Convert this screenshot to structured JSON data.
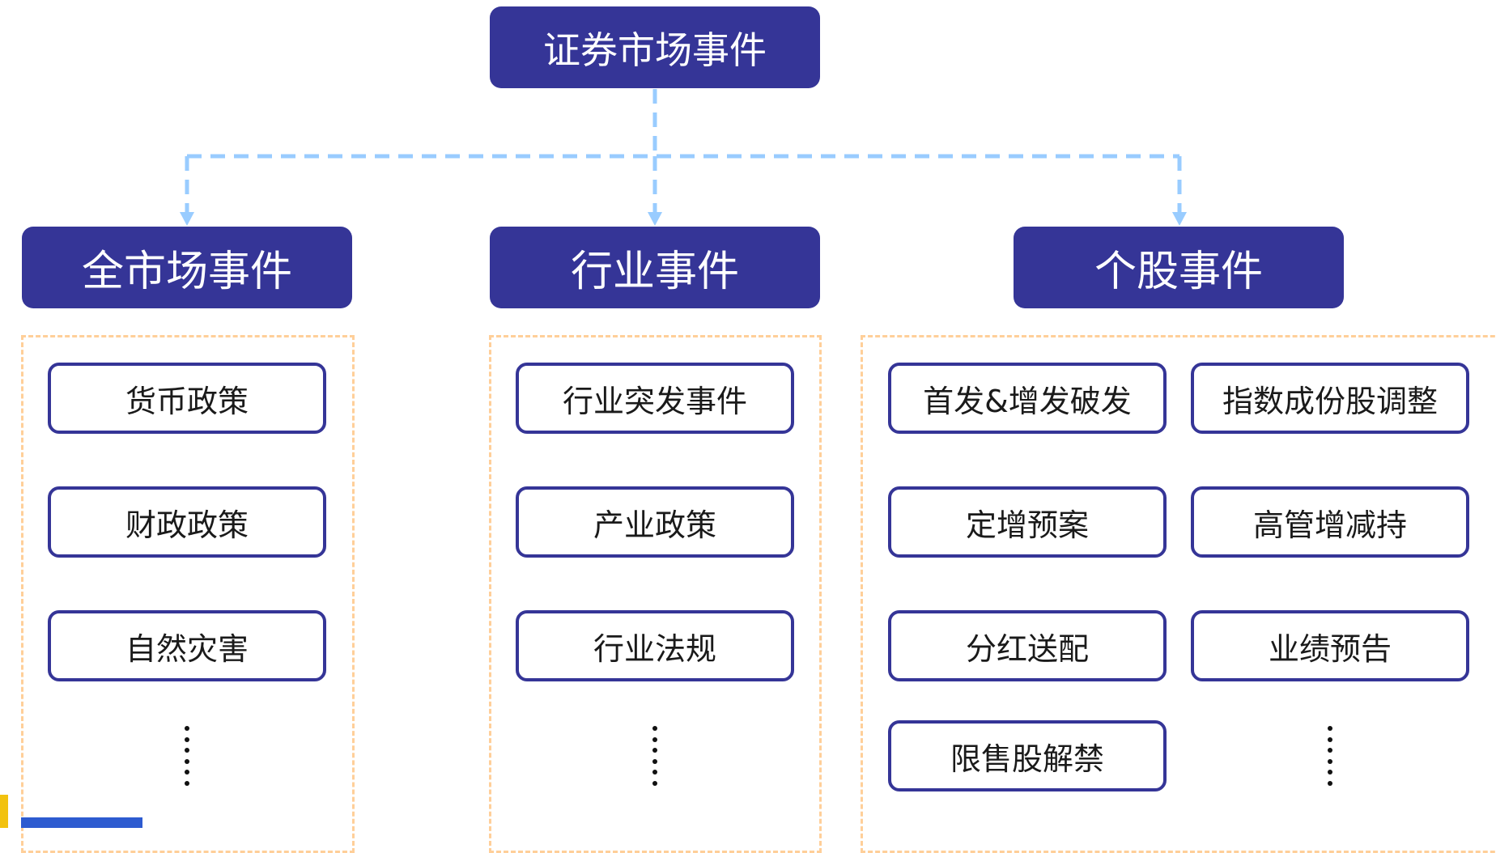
{
  "root": {
    "label": "证券市场事件"
  },
  "categories": [
    {
      "label": "全市场事件",
      "items": [
        "货币政策",
        "财政政策",
        "自然灾害"
      ],
      "more": "⋮"
    },
    {
      "label": "行业事件",
      "items": [
        "行业突发事件",
        "产业政策",
        "行业法规"
      ],
      "more": "⋮"
    },
    {
      "label": "个股事件",
      "items": [
        "首发&增发破发",
        "指数成份股调整",
        "定增预案",
        "高管增减持",
        "分红送配",
        "业绩预告",
        "限售股解禁"
      ],
      "more": "⋮"
    }
  ],
  "colors": {
    "node_fill": "#353597",
    "item_border": "#353597",
    "connector": "#99ccff",
    "group_border": "#ffcf99"
  }
}
